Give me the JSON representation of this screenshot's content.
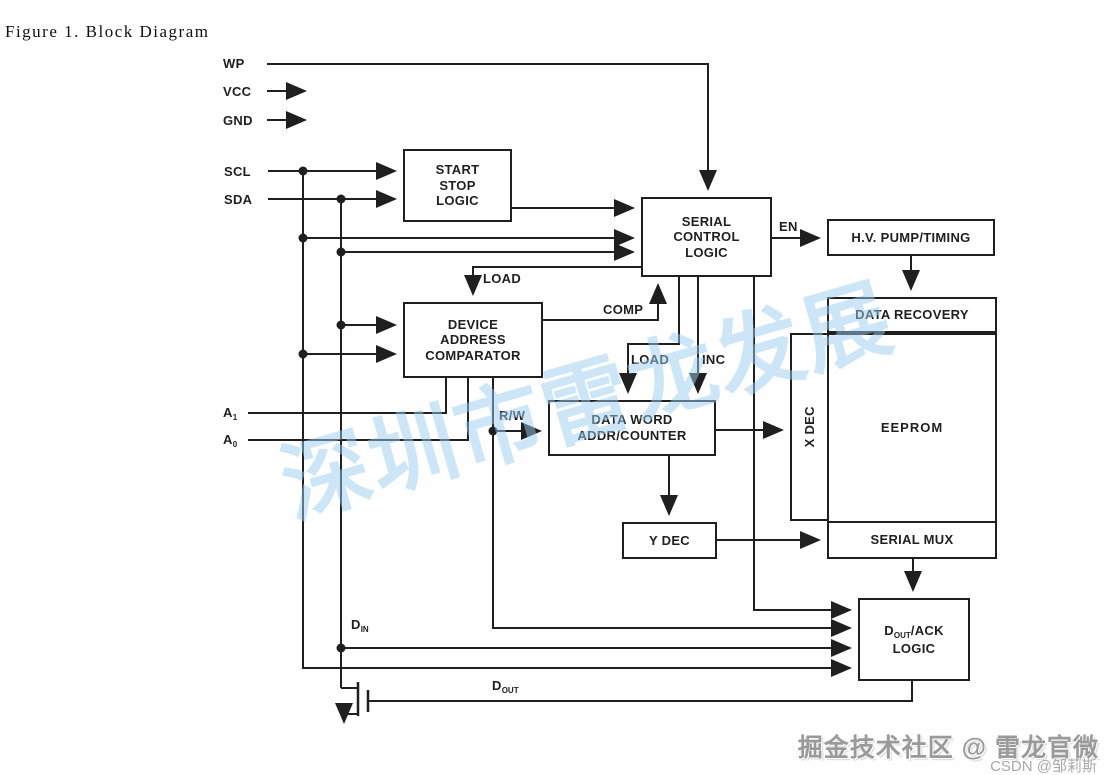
{
  "figure": {
    "title": "Figure 1. Block Diagram"
  },
  "blocks": {
    "start_stop": "START\nSTOP\nLOGIC",
    "serial_control": "SERIAL\nCONTROL\nLOGIC",
    "hv_pump": "H.V. PUMP/TIMING",
    "data_recovery": "DATA RECOVERY",
    "eeprom": "EEPROM",
    "x_dec": "X DEC",
    "serial_mux": "SERIAL MUX",
    "device_address": "DEVICE\nADDRESS\nCOMPARATOR",
    "data_word": "DATA WORD\nADDR/COUNTER",
    "y_dec": "Y DEC",
    "dout_ack": {
      "d": "D",
      "sub": "OUT",
      "suffix": "/ACK",
      "line2": "LOGIC"
    }
  },
  "pins": {
    "wp": "WP",
    "vcc": "VCC",
    "gnd": "GND",
    "scl": "SCL",
    "sda": "SDA",
    "a1": {
      "text": "A",
      "sub": "1"
    },
    "a0": {
      "text": "A",
      "sub": "0"
    },
    "din": {
      "text": "D",
      "sub": "IN"
    },
    "dout": {
      "text": "D",
      "sub": "OUT"
    }
  },
  "signals": {
    "load_comparator": "LOAD",
    "comp": "COMP",
    "load_counter": "LOAD",
    "inc": "INC",
    "en": "EN",
    "rw": "R/W"
  },
  "watermarks": {
    "diagonal": "深圳市雷龙发展",
    "community": "掘金技术社区 @ 雷龙官微",
    "csdn": "CSDN @邹莉斯"
  },
  "colors": {
    "line": "#1f1f1f",
    "watermark_blue": "#9acdf0",
    "watermark_gray": "#9a9a9a"
  }
}
